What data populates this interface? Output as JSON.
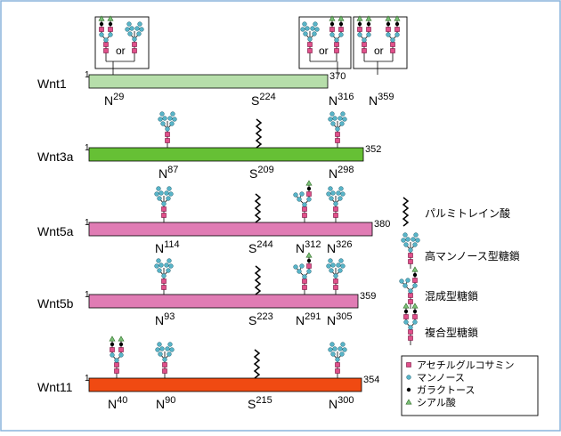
{
  "colors": {
    "frame": "#8ab4dc",
    "glcnac": "#e0508a",
    "mannose": "#58b4c8",
    "galactose": "#000000",
    "sialic": "#7cc27a",
    "palmitoyl": "#000000"
  },
  "or_label": "or",
  "proteins": [
    {
      "name": "Wnt1",
      "color": "#b6deaa",
      "start_label": "1",
      "end_label": "370",
      "sites": [
        {
          "res": "N",
          "num": "29",
          "glycan": "complex-or"
        },
        {
          "res": "S",
          "num": "224",
          "glycan": "none"
        },
        {
          "res": "N",
          "num": "316",
          "glycan": "high-or"
        },
        {
          "res": "N",
          "num": "359",
          "glycan": "complex-or"
        }
      ]
    },
    {
      "name": "Wnt3a",
      "color": "#66c035",
      "start_label": "1",
      "end_label": "352",
      "sites": [
        {
          "res": "N",
          "num": "87",
          "glycan": "high"
        },
        {
          "res": "S",
          "num": "209",
          "glycan": "palm"
        },
        {
          "res": "N",
          "num": "298",
          "glycan": "high"
        }
      ]
    },
    {
      "name": "Wnt5a",
      "color": "#e07cb4",
      "start_label": "1",
      "end_label": "380",
      "sites": [
        {
          "res": "N",
          "num": "114",
          "glycan": "high"
        },
        {
          "res": "S",
          "num": "244",
          "glycan": "palm"
        },
        {
          "res": "N",
          "num": "312",
          "glycan": "hybrid"
        },
        {
          "res": "N",
          "num": "326",
          "glycan": "high"
        }
      ]
    },
    {
      "name": "Wnt5b",
      "color": "#e07cb4",
      "start_label": "1",
      "end_label": "359",
      "sites": [
        {
          "res": "N",
          "num": "93",
          "glycan": "high"
        },
        {
          "res": "S",
          "num": "223",
          "glycan": "palm"
        },
        {
          "res": "N",
          "num": "291",
          "glycan": "hybrid"
        },
        {
          "res": "N",
          "num": "305",
          "glycan": "high"
        }
      ]
    },
    {
      "name": "Wnt11",
      "color": "#f04a12",
      "start_label": "1",
      "end_label": "354",
      "sites": [
        {
          "res": "N",
          "num": "40",
          "glycan": "complex"
        },
        {
          "res": "N",
          "num": "90",
          "glycan": "high"
        },
        {
          "res": "S",
          "num": "215",
          "glycan": "palm"
        },
        {
          "res": "N",
          "num": "300",
          "glycan": "high"
        }
      ]
    }
  ],
  "legend": [
    {
      "key": "palm",
      "label": "パルミトレイン酸"
    },
    {
      "key": "high",
      "label": "高マンノース型糖鎖"
    },
    {
      "key": "hybrid",
      "label": "混成型糖鎖"
    },
    {
      "key": "complex",
      "label": "複合型糖鎖"
    }
  ],
  "sugar_legend": [
    {
      "shape": "square",
      "label": "アセチルグルコサミン"
    },
    {
      "shape": "circle-mannose",
      "label": "マンノース"
    },
    {
      "shape": "circle-galactose",
      "label": "ガラクトース"
    },
    {
      "shape": "triangle",
      "label": "シアル酸"
    }
  ]
}
